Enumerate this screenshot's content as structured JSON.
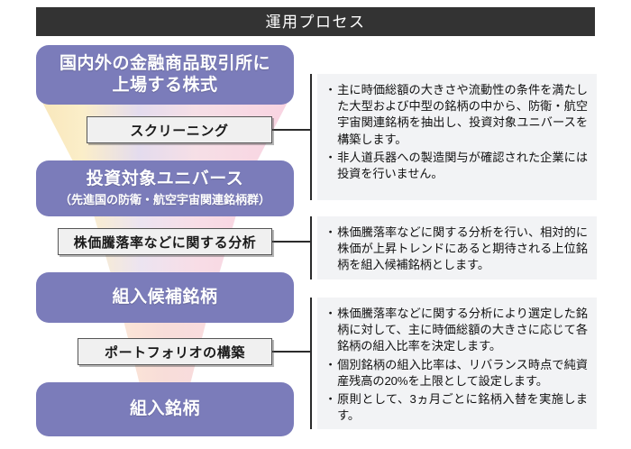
{
  "header": {
    "title": "運用プロセス"
  },
  "stages": [
    {
      "main": "国内外の金融商品取引所に",
      "main2": "上場する株式",
      "sub": ""
    },
    {
      "main": "投資対象ユニバース",
      "main2": "",
      "sub": "（先進国の防衛・航空宇宙関連銘柄群）"
    },
    {
      "main": "組入候補銘柄",
      "main2": "",
      "sub": ""
    },
    {
      "main": "組入銘柄",
      "main2": "",
      "sub": ""
    }
  ],
  "steps": [
    {
      "label": "スクリーニング"
    },
    {
      "label": "株価騰落率などに関する分析"
    },
    {
      "label": "ポートフォリオの構築"
    }
  ],
  "notes": [
    {
      "bullets": [
        "主に時価総額の大きさや流動性の条件を満たした大型および中型の銘柄の中から、防衛・航空宇宙関連銘柄を抽出し、投資対象ユニバースを構築します。",
        "非人道兵器への製造関与が確認された企業には投資を行いません。"
      ]
    },
    {
      "bullets": [
        "株価騰落率などに関する分析を行い、相対的に株価が上昇トレンドにあると期待される上位銘柄を組入候補銘柄とします。"
      ]
    },
    {
      "bullets": [
        "株価騰落率などに関する分析により選定した銘柄に対して、主に時価総額の大きさに応じて各銘柄の組入比率を決定します。",
        "個別銘柄の組入比率は、リバランス時点で純資産残高の20%を上限として設定します。",
        "原則として、3ヵ月ごとに銘柄入替を実施します。"
      ]
    }
  ],
  "bullet_mark": "・",
  "colors": {
    "header_bg": "#333333",
    "stage_purple": "#7b7cba",
    "step_bg": "#f0f0f0",
    "note_bg": "#f2f3f5",
    "funnel_left": "#f7e3b0",
    "funnel_mid": "#ded8ec",
    "funnel_right": "#f9d5e3",
    "line": "#2b2b2b"
  }
}
